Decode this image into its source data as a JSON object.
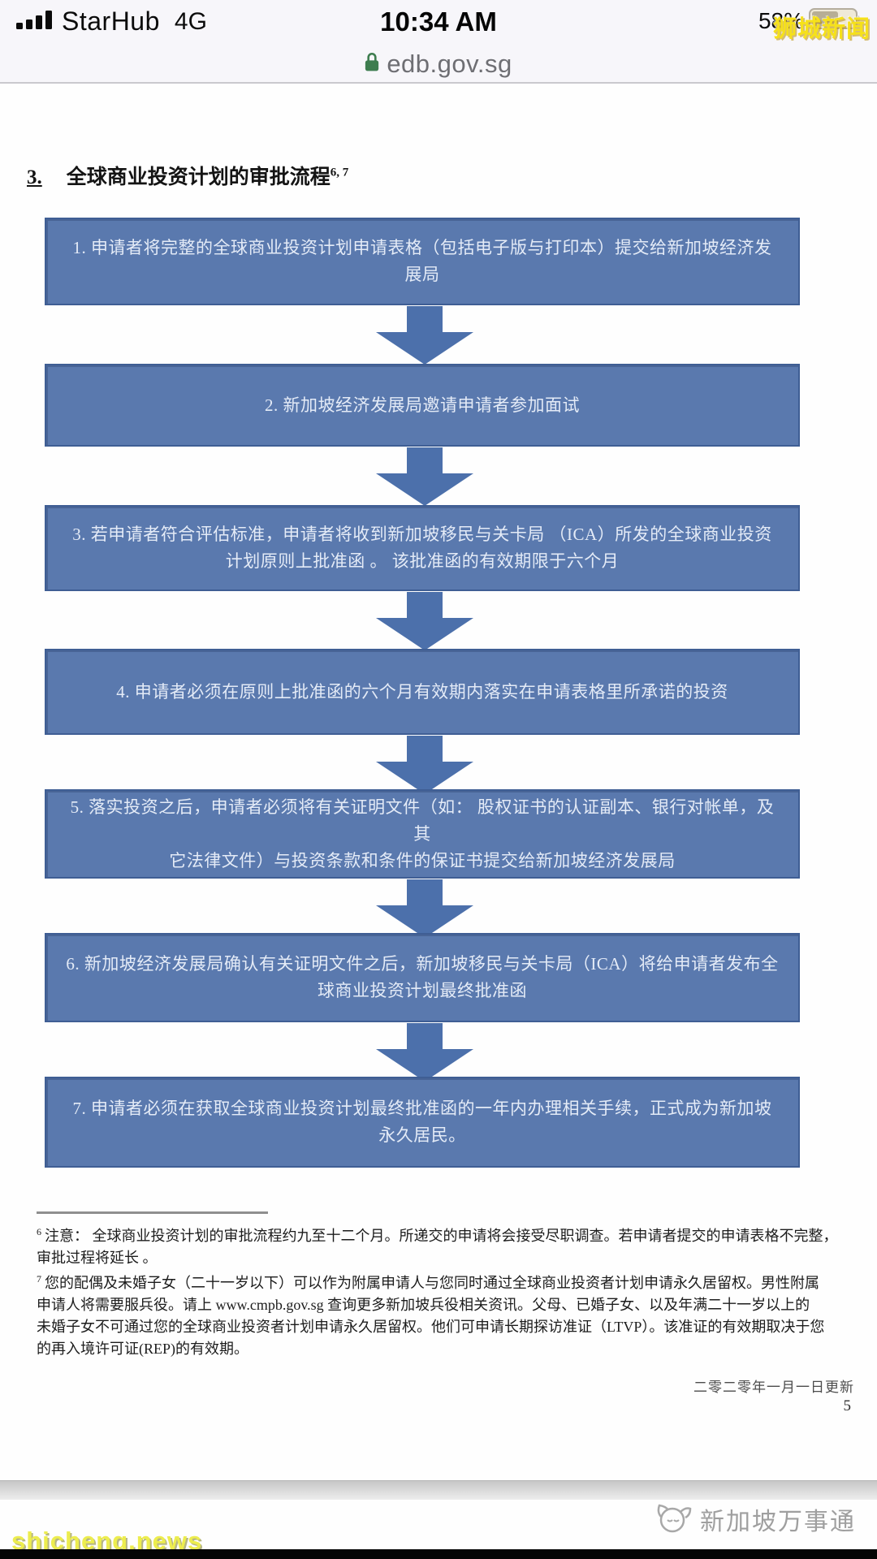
{
  "status_bar": {
    "carrier": "StarHub",
    "network": "4G",
    "time": "10:34 AM",
    "battery_percent": "58%",
    "watermark": "狮城新闻"
  },
  "url_bar": {
    "domain": "edb.gov.sg"
  },
  "colors": {
    "box_blue": "#5a79ae",
    "arrow_blue": "#4c70ab",
    "lock_green": "#3e7d4f",
    "watermark_yellow": "#f6e11a",
    "bottom_watermark_yellow": "#eded4e",
    "brand_gray": "#9f9f9f"
  },
  "document": {
    "title": {
      "number": "3.",
      "text": "全球商业投资计划的审批流程",
      "superscript": "6, 7"
    },
    "flowchart": {
      "steps": [
        {
          "text": "1.  申请者将完整的全球商业投资计划申请表格（包括电子版与打印本）提交给新加坡经济发\n展局"
        },
        {
          "text": "2.  新加坡经济发展局邀请申请者参加面试"
        },
        {
          "text": "3.  若申请者符合评估标准，申请者将收到新加坡移民与关卡局 （ICA）所发的全球商业投资\n计划原则上批准函 。 该批准函的有效期限于六个月"
        },
        {
          "text": "4.  申请者必须在原则上批准函的六个月有效期内落实在申请表格里所承诺的投资"
        },
        {
          "text": "5. 落实投资之后，申请者必须将有关证明文件（如： 股权证书的认证副本、银行对帐单，及其\n它法律文件）与投资条款和条件的保证书提交给新加坡经济发展局"
        },
        {
          "text": "6.  新加坡经济发展局确认有关证明文件之后，新加坡移民与关卡局（ICA）将给申请者发布全\n球商业投资计划最终批准函"
        },
        {
          "text": "7.  申请者必须在获取全球商业投资计划最终批准函的一年内办理相关手续，正式成为新加坡\n永久居民。"
        }
      ]
    },
    "footnotes": [
      {
        "marker": "6",
        "text": "注意：  全球商业投资计划的审批流程约九至十二个月。所递交的申请将会接受尽职调查。若申请者提交的申请表格不完整，\n审批过程将延长 。"
      },
      {
        "marker": "7",
        "text": "您的配偶及未婚子女（二十一岁以下）可以作为附属申请人与您同时通过全球商业投资者计划申请永久居留权。男性附属\n申请人将需要服兵役。请上 www.cmpb.gov.sg 查询更多新加坡兵役相关资讯。父母、已婚子女、以及年满二十一岁以上的\n未婚子女不可通过您的全球商业投资者计划申请永久居留权。他们可申请长期探访准证（LTVP）。该准证的有效期取决于您\n的再入境许可证(REP)的有效期。"
      }
    ],
    "footer": {
      "updated_date": "二零二零年一月一日更新",
      "page_number": "5"
    }
  },
  "bottom_overlay": {
    "brand": "新加坡万事通",
    "watermark": "shicheng.news"
  }
}
